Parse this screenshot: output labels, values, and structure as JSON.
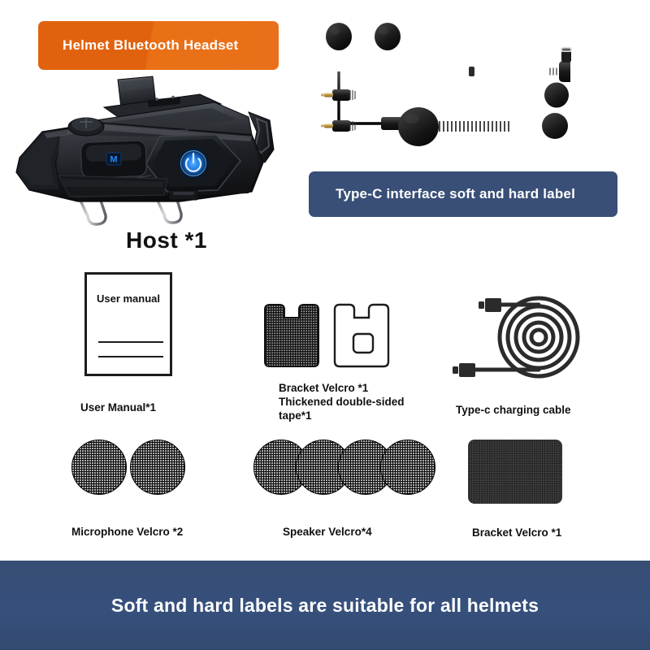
{
  "banners": {
    "title": "Helmet Bluetooth Headset",
    "subtitle": "Type-C interface soft and hard label",
    "footer": "Soft and hard labels are suitable for all helmets",
    "orange_color": "#e1620e",
    "blue_color": "#394f77"
  },
  "host": {
    "caption": "Host *1",
    "mode_button_label": "M",
    "power_button_label": "power-symbol",
    "body_color": "#1a1c20",
    "accent_color": "#1e7ff5"
  },
  "cable_kit": {
    "type_c_connector": "type-c-right-angle",
    "speaker_count": 2,
    "microphone_count": 1,
    "jack_type": "3.5mm-gold-tip"
  },
  "manual": {
    "cover_title": "User manual",
    "label": "User Manual*1"
  },
  "accessories": [
    {
      "name": "bracket-velcro-and-tape",
      "label": "Bracket Velcro *1\nThickened double-sided\ntape*1"
    },
    {
      "name": "type-c-charging-cable",
      "label": "Type-c charging cable"
    },
    {
      "name": "microphone-velcro",
      "label": "Microphone Velcro *2",
      "count": 2
    },
    {
      "name": "speaker-velcro",
      "label": "Speaker Velcro*4",
      "count": 4
    },
    {
      "name": "bracket-velcro-pad",
      "label": "Bracket Velcro *1",
      "count": 1
    }
  ]
}
